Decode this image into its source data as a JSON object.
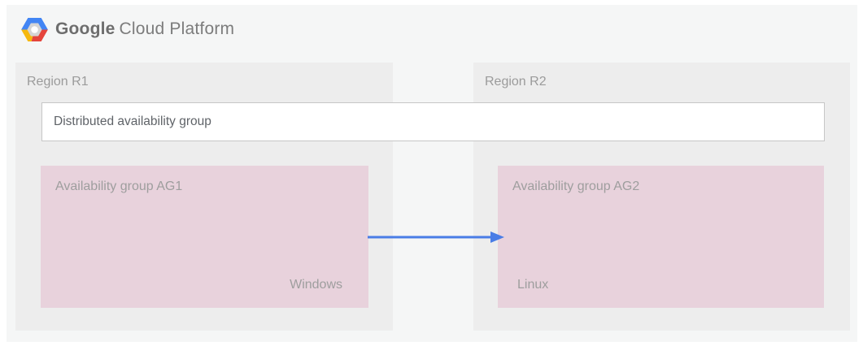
{
  "header": {
    "brand": {
      "google": "Google",
      "suffix": "Cloud Platform"
    }
  },
  "logo_colors": {
    "blue": "#4285f4",
    "red": "#e5453c",
    "yellow": "#f6b80e",
    "inner_hex": "#d5d5d5",
    "core": "#ffffff"
  },
  "diagram": {
    "regions": [
      {
        "label": "Region R1"
      },
      {
        "label": "Region R2"
      }
    ],
    "distributed_group": {
      "label": "Distributed availability group"
    },
    "availability_groups": [
      {
        "label": "Availability group AG1",
        "os": "Windows"
      },
      {
        "label": "Availability group AG2",
        "os": "Linux"
      }
    ],
    "colors": {
      "canvas_bg": "#f5f6f6",
      "region_bg": "#ededed",
      "group_bg": "#e8d2dc",
      "arrow": "#4a7de6",
      "region_label": "#9b9b9b",
      "group_label": "#9e9e9e",
      "os_label": "#9e9e9e",
      "distributed_label": "#5f6368"
    }
  }
}
